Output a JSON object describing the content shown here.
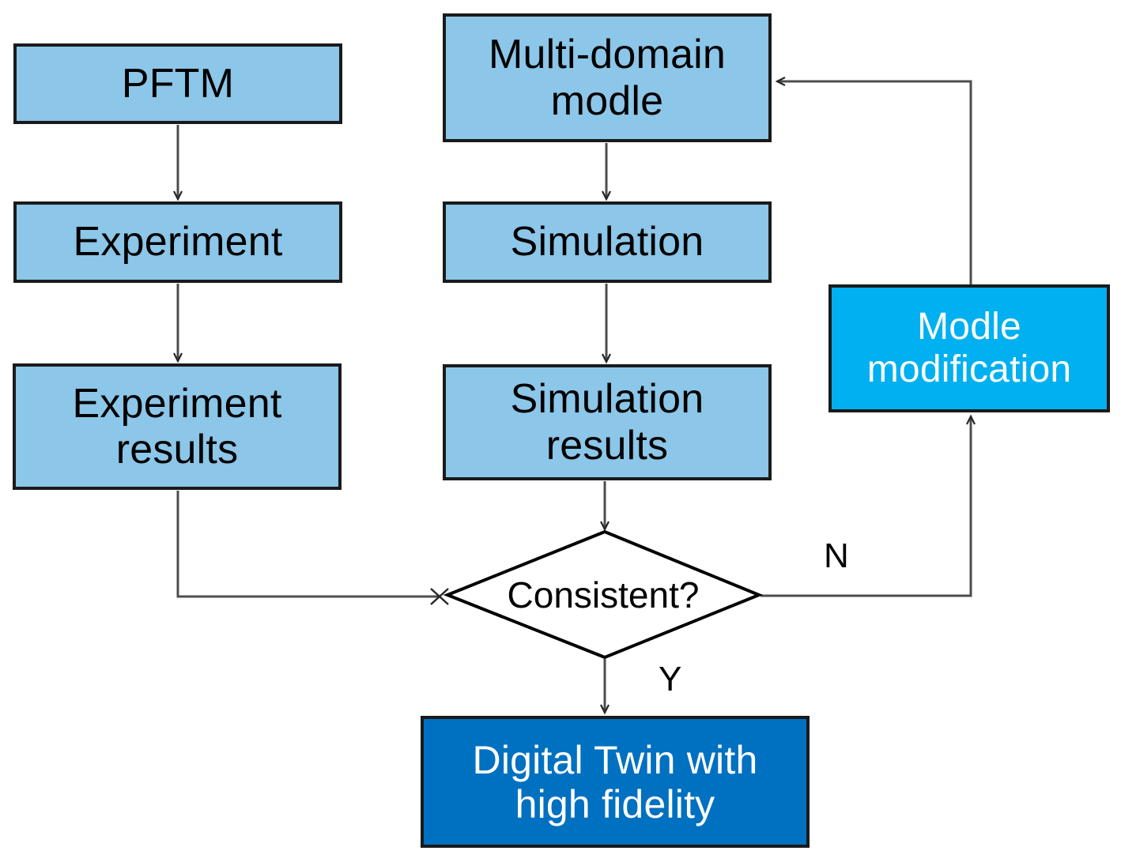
{
  "diagram": {
    "title": "Digital twin validation flowchart",
    "colors": {
      "light_blue": "#8CC6E8",
      "cyan": "#00B0F0",
      "navy": "#0070C0",
      "stroke": "#1a1a1a",
      "connector": "#4d4d4d",
      "background": "#ffffff"
    },
    "nodes": {
      "pftm": "PFTM",
      "experiment": "Experiment",
      "experiment_results": "Experiment\nresults",
      "multi_domain_modle": "Multi-domain\nmodle",
      "simulation": "Simulation",
      "simulation_results": "Simulation\nresults",
      "modle_modification": "Modle\nmodification",
      "digital_twin": "Digital Twin with\nhigh fidelity"
    },
    "decision": {
      "label": "Consistent?",
      "branch_no": "N",
      "branch_yes": "Y"
    },
    "edges": [
      {
        "from": "pftm",
        "to": "experiment",
        "label": ""
      },
      {
        "from": "experiment",
        "to": "experiment_results",
        "label": ""
      },
      {
        "from": "experiment_results",
        "to": "consistent",
        "label": ""
      },
      {
        "from": "multi_domain_modle",
        "to": "simulation",
        "label": ""
      },
      {
        "from": "simulation",
        "to": "simulation_results",
        "label": ""
      },
      {
        "from": "simulation_results",
        "to": "consistent",
        "label": ""
      },
      {
        "from": "consistent",
        "to": "digital_twin",
        "label": "Y"
      },
      {
        "from": "consistent",
        "to": "modle_modification",
        "label": "N"
      },
      {
        "from": "modle_modification",
        "to": "multi_domain_modle",
        "label": ""
      }
    ]
  }
}
